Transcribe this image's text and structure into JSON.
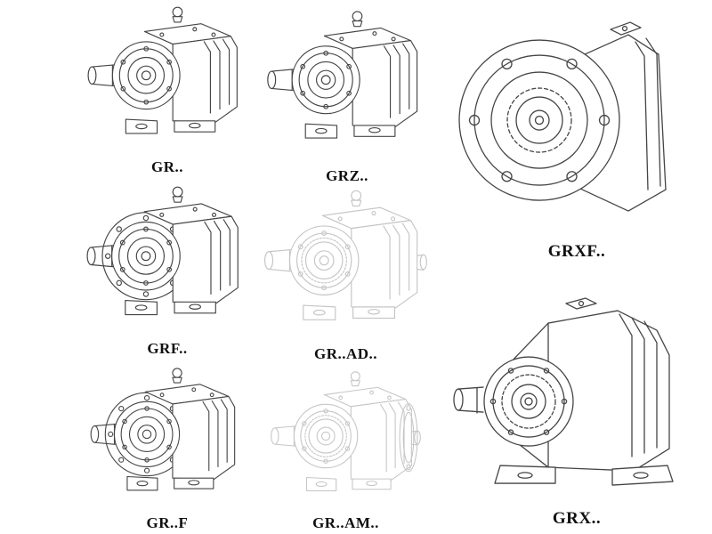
{
  "colors": {
    "background": "#ffffff",
    "line": "#454545",
    "faint_line": "#c6c6c6",
    "label_text": "#101010"
  },
  "cells": {
    "gr": {
      "label": "GR.."
    },
    "grz": {
      "label": "GRZ.."
    },
    "grxf": {
      "label": "GRXF.."
    },
    "grf": {
      "label": "GRF.."
    },
    "grad": {
      "label": "GR..AD.."
    },
    "grft": {
      "label": "GR..F"
    },
    "gram": {
      "label": "GR..AM.."
    },
    "grx": {
      "label": "GRX.."
    }
  }
}
